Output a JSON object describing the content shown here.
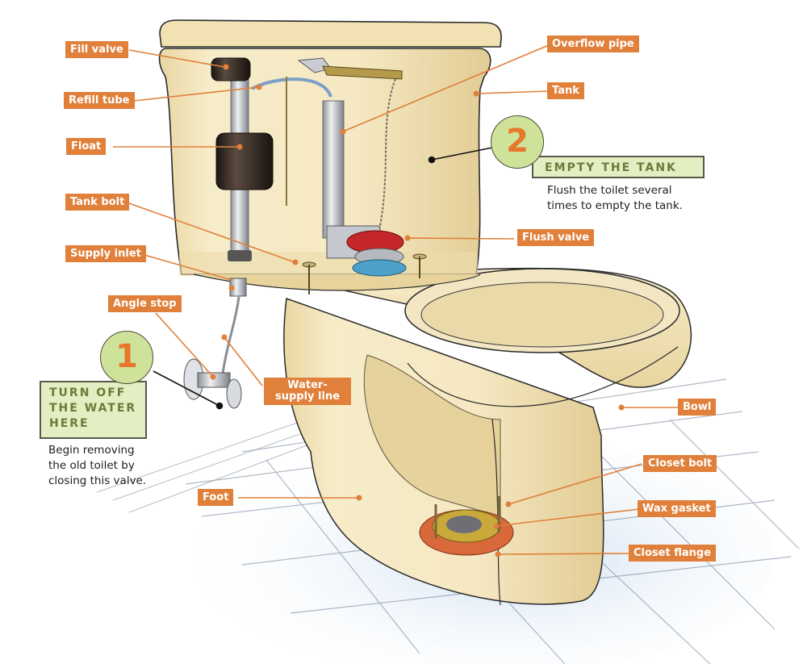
{
  "diagram": {
    "subject": "Toilet anatomy",
    "labels": {
      "fill_valve": "Fill valve",
      "refill_tube": "Refill tube",
      "float": "Float",
      "tank_bolt": "Tank bolt",
      "supply_inlet": "Supply inlet",
      "angle_stop": "Angle stop",
      "water_supply_line": "Water-supply line",
      "foot": "Foot",
      "overflow_pipe": "Overflow pipe",
      "tank": "Tank",
      "flush_valve": "Flush valve",
      "bowl": "Bowl",
      "closet_bolt": "Closet bolt",
      "wax_gasket": "Wax gasket",
      "closet_flange": "Closet flange"
    },
    "steps": [
      {
        "number": "1",
        "title": "TURN OFF THE WATER HERE",
        "title_lines": [
          "TURN OFF",
          "THE WATER",
          "HERE"
        ],
        "text": "Begin removing the old toilet by closing this valve.",
        "text_lines": [
          "Begin removing",
          "the old toilet by",
          "closing this valve."
        ]
      },
      {
        "number": "2",
        "title": "EMPTY THE TANK",
        "text": "Flush the toilet several times to empty the tank.",
        "text_lines": [
          "Flush the toilet several",
          "times to empty the tank."
        ]
      }
    ],
    "colors": {
      "label_bg": "#e0803a",
      "leader_line": "#e0803a",
      "step_circle": "#cfe29a",
      "step_box": "#e3efc2",
      "step_title": "#6d7a3a",
      "step_number": "#e6782e",
      "porcelain": "#f1e3b8"
    }
  }
}
